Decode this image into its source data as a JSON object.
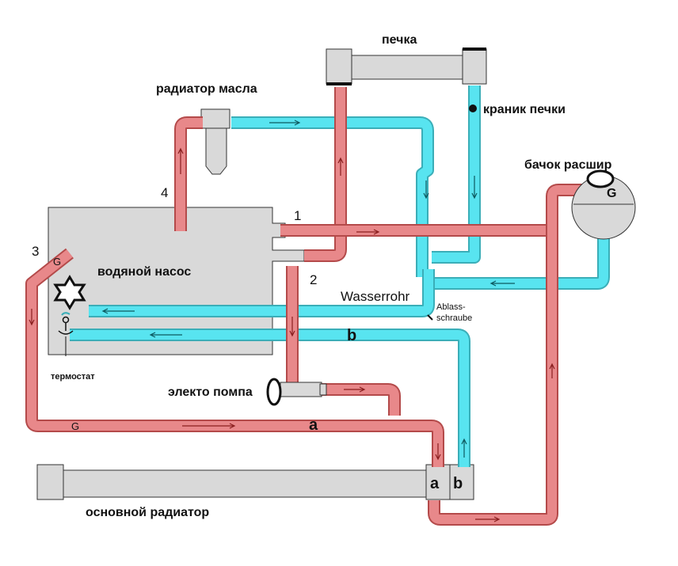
{
  "labels": {
    "pechka": "печка",
    "radiator_masla": "радиатор масла",
    "kranik_pechki": "краник печки",
    "bachok": "бачок расшир",
    "vodyanoy_nasos": "водяной насос",
    "termostat": "термостат",
    "elekto_pompa": "электо помпа",
    "osnovnoy_radiator": "основной радиатор",
    "wasserrohr": "Wasserrohr",
    "ablass_1": "Ablass-",
    "ablass_2": "schraube"
  },
  "markers": {
    "n1": "1",
    "n2": "2",
    "n3": "3",
    "n4": "4",
    "g_pump": "G",
    "g_bottom": "G",
    "g_tank": "G",
    "a_pipe": "a",
    "b_pipe": "b",
    "a_port": "a",
    "b_port": "b"
  },
  "colors": {
    "hot": "#e8888a",
    "cold": "#58e4f0",
    "component": "#d9d9d9"
  }
}
